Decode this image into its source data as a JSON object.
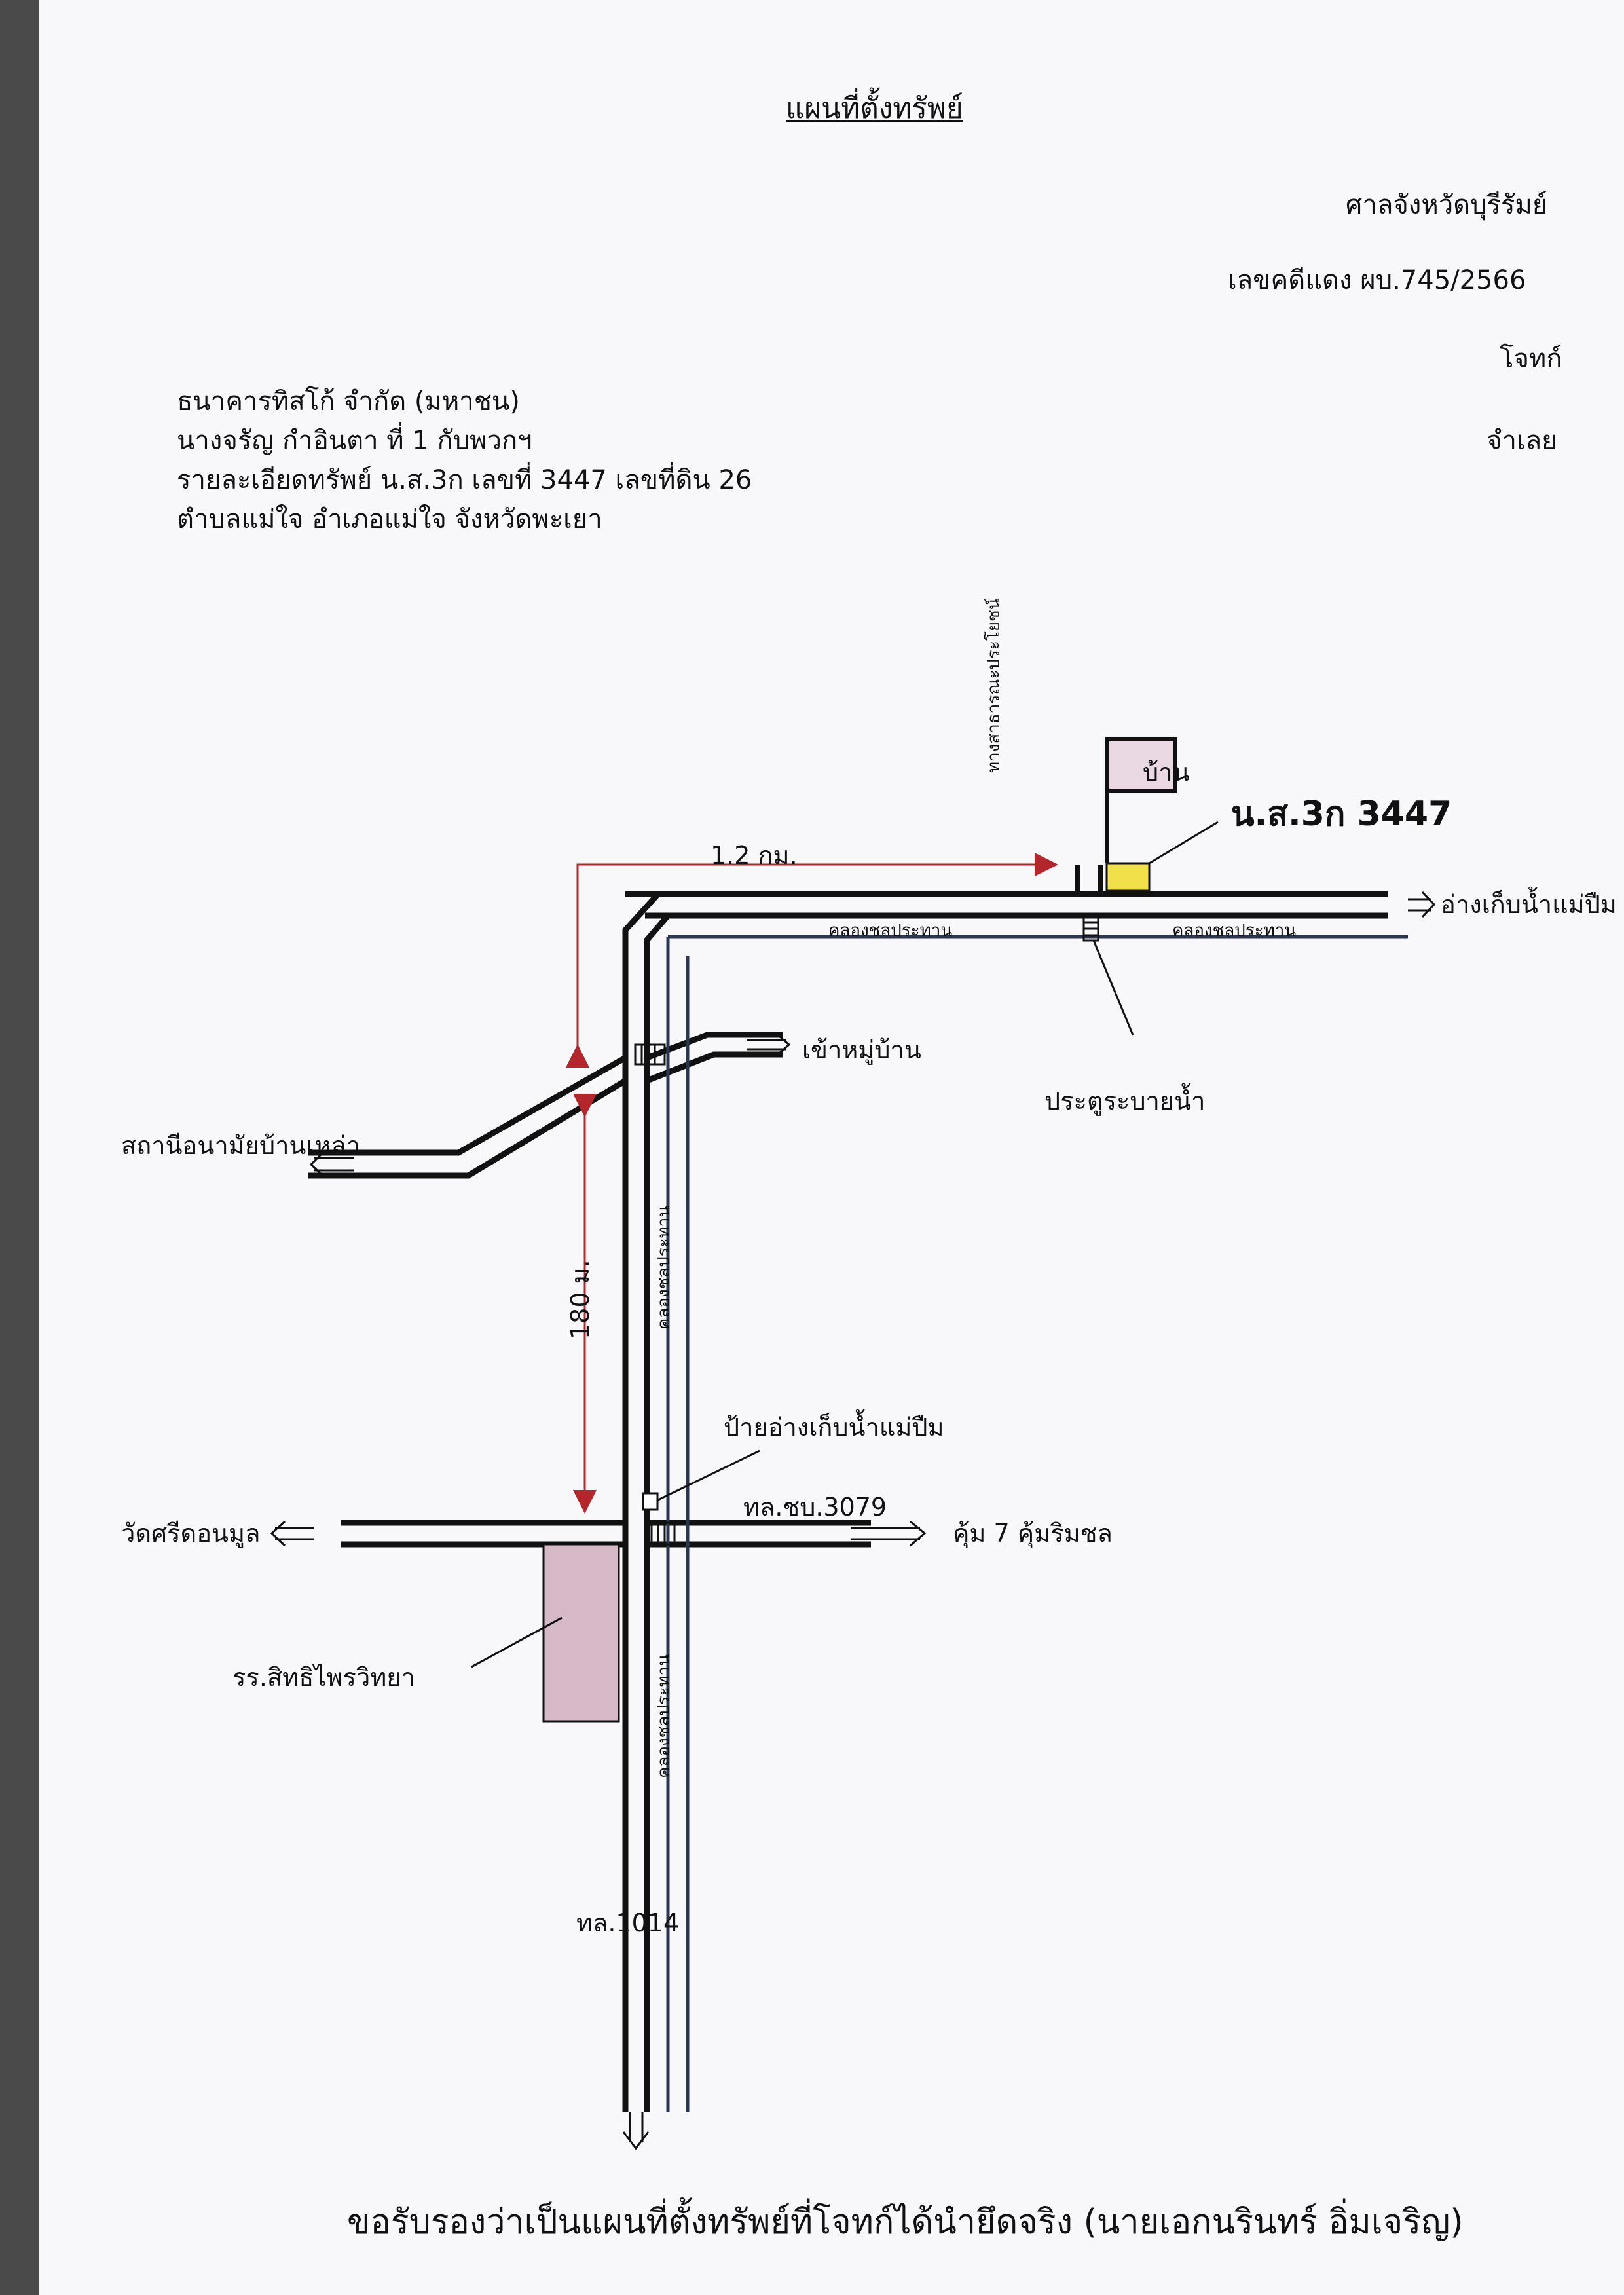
{
  "header": {
    "title": "แผนที่ตั้งทรัพย์",
    "court": "ศาลจังหวัดบุรีรัมย์",
    "case_no": "เลขคดีแดง ผบ.745/2566",
    "plaintiff_label": "โจทก์",
    "defendant_label": "จำเลย"
  },
  "parties": {
    "plaintiff": "ธนาคารทิสโก้ จำกัด (มหาชน)",
    "defendant": "นางจรัญ กำอินตา ที่ 1 กับพวกฯ",
    "property_detail": "รายละเอียดทรัพย์ น.ส.3ก เลขที่ 3447  เลขที่ดิน 26",
    "location": "ตำบลแม่ใจ  อำเภอแม่ใจ  จังหวัดพะเยา"
  },
  "map": {
    "house_label": "บ้าน",
    "property_label": "น.ส.3ก 3447",
    "public_way_label": "ทางสาธารณะประโยชน์",
    "distance_top": "1.2 กม.",
    "distance_left": "180 ม.",
    "reservoir_road": "อ่างเก็บน้ำแม่ปืม",
    "canal_label_1": "คลองชลประทาน",
    "canal_label_2": "คลองชลประทาน",
    "canal_label_3": "คลองชลประทาน",
    "canal_label_4": "คลองชลประทาน",
    "floodgate_label": "ประตูระบายน้ำ",
    "village_road": "เข้าหมู่บ้าน",
    "health_station": "สถานีอนามัยบ้านเหล่า",
    "reservoir_sign": "ป้ายอ่างเก็บน้ำแม่ปืม",
    "road_3079": "ทล.ชบ.3079",
    "temple": "วัดศรีดอนมูล",
    "community": "คุ้ม 7 คุ้มริมชล",
    "school": "รร.สิทธิไพรวิทยา",
    "highway_1014": "ทล.1014"
  },
  "footer": {
    "certification": "ขอรับรองว่าเป็นแผนที่ตั้งทรัพย์ที่โจทก์ได้นำยึดจริง (นายเอกนรินทร์ อิ่มเจริญ)"
  },
  "colors": {
    "road": "#111111",
    "distance_arrow": "#b3262b",
    "property_fill": "#f2e04a",
    "house_fill": "#ead9e3",
    "school_fill": "#d6b9c7"
  }
}
